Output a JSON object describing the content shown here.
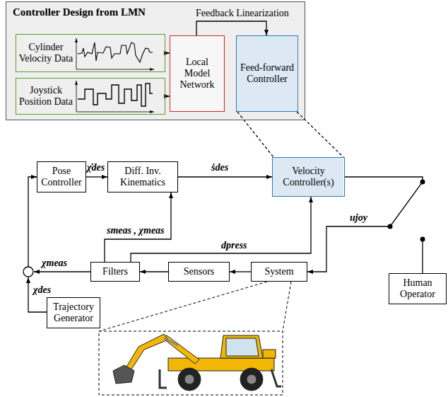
{
  "diagram": {
    "nodes": [
      {
        "text": [
          "Controller Design from LMN"
        ]
      },
      {
        "text": [
          "Cylinder Velocity Data"
        ],
        "in": 0
      },
      {
        "text": [
          "Joystick Position Data"
        ],
        "in": 0
      },
      {
        "text": [
          "Local Model Network"
        ],
        "in": 0
      },
      {
        "text": [
          "Feed-forward Controller"
        ],
        "in": 0
      },
      {
        "text": [
          "Pose Controller"
        ]
      },
      {
        "text": [
          "Diff. Inv. Kinematics"
        ]
      },
      {
        "text": [
          "Velocity Controller(s)"
        ]
      },
      {
        "text": [
          "Filters"
        ]
      },
      {
        "text": [
          "Sensors"
        ]
      },
      {
        "text": [
          "System"
        ]
      },
      {
        "text": [
          "Trajectory Generator"
        ]
      },
      {
        "text": [
          "Human Operator"
        ]
      }
    ],
    "edges": [
      {
        "from": 1,
        "to": 3,
        "arrow": "to"
      },
      {
        "from": 2,
        "to": 3,
        "arrow": "to"
      },
      {
        "from": 3,
        "to": 4,
        "arrow": "to",
        "label": "Feedback Linearization"
      },
      {
        "from": 4,
        "to": 7,
        "arrow": "none"
      },
      {
        "from": 5,
        "to": 6,
        "arrow": "to",
        "label": "χ̇des"
      },
      {
        "from": 6,
        "to": 7,
        "arrow": "to",
        "label": "ṡdes"
      },
      {
        "from": 7,
        "to": 10,
        "arrow": "to",
        "label": "ujoy"
      },
      {
        "from": 10,
        "to": 9,
        "arrow": "to"
      },
      {
        "from": 9,
        "to": 8,
        "arrow": "to"
      },
      {
        "from": 8,
        "to": 6,
        "arrow": "to",
        "label": "smeas , χmeas"
      },
      {
        "from": 8,
        "to": 7,
        "arrow": "to",
        "label": "dpress"
      }
    ],
    "labels": [
      "χmeas",
      "χdes"
    ]
  }
}
